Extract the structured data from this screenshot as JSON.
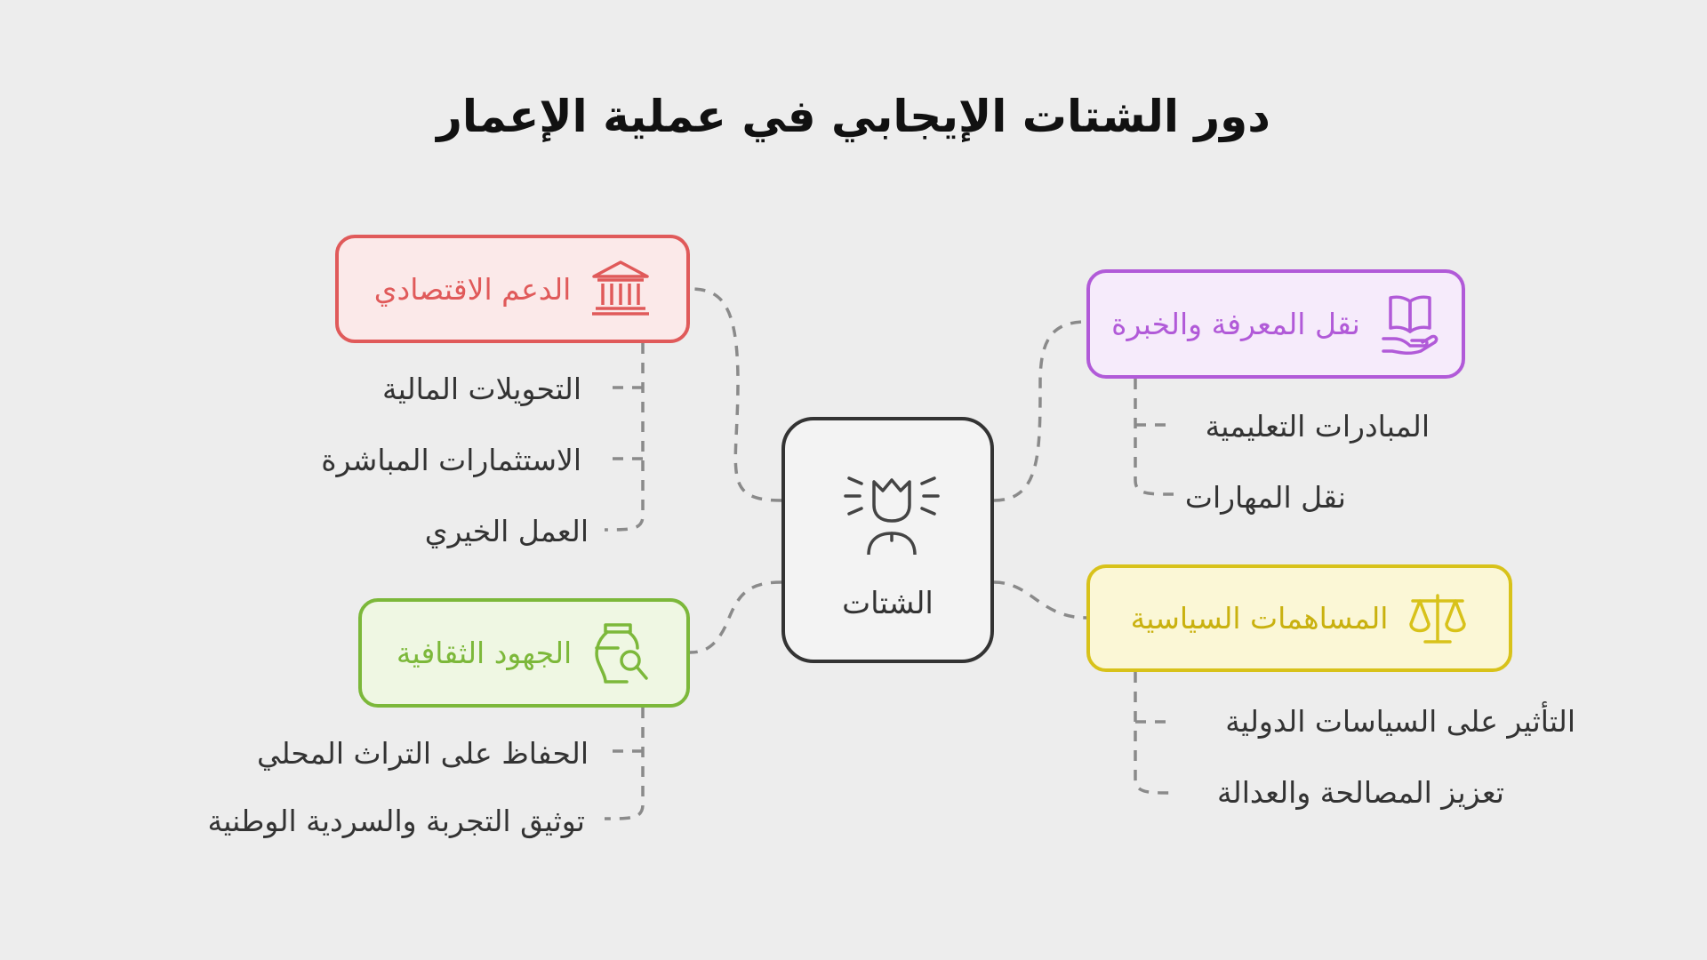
{
  "title": "دور الشتات الإيجابي في عملية الإعمار",
  "center": {
    "label": "الشتات",
    "icon": "crowned-person-icon"
  },
  "branches": {
    "economic": {
      "label": "الدعم الاقتصادي",
      "icon": "bank-icon",
      "color": "#e05a5a",
      "fill": "#fbe9e9",
      "items": [
        "التحويلات المالية",
        "الاستثمارات المباشرة",
        "العمل الخيري"
      ]
    },
    "cultural": {
      "label": "الجهود الثقافية",
      "icon": "vase-search-icon",
      "color": "#7cb83a",
      "fill": "#eff7e3",
      "items": [
        "الحفاظ على التراث المحلي",
        "توثيق التجربة والسردية الوطنية"
      ]
    },
    "knowledge": {
      "label": "نقل المعرفة والخبرة",
      "icon": "book-hand-icon",
      "color": "#b15ad8",
      "fill": "#f6ebfb",
      "items": [
        "المبادرات التعليمية",
        "نقل المهارات"
      ]
    },
    "political": {
      "label": "المساهمات السياسية",
      "icon": "scales-icon",
      "color": "#d8c21a",
      "fill": "#fbf7d6",
      "items": [
        "التأثير على السياسات الدولية",
        "تعزيز المصالحة والعدالة"
      ]
    }
  }
}
